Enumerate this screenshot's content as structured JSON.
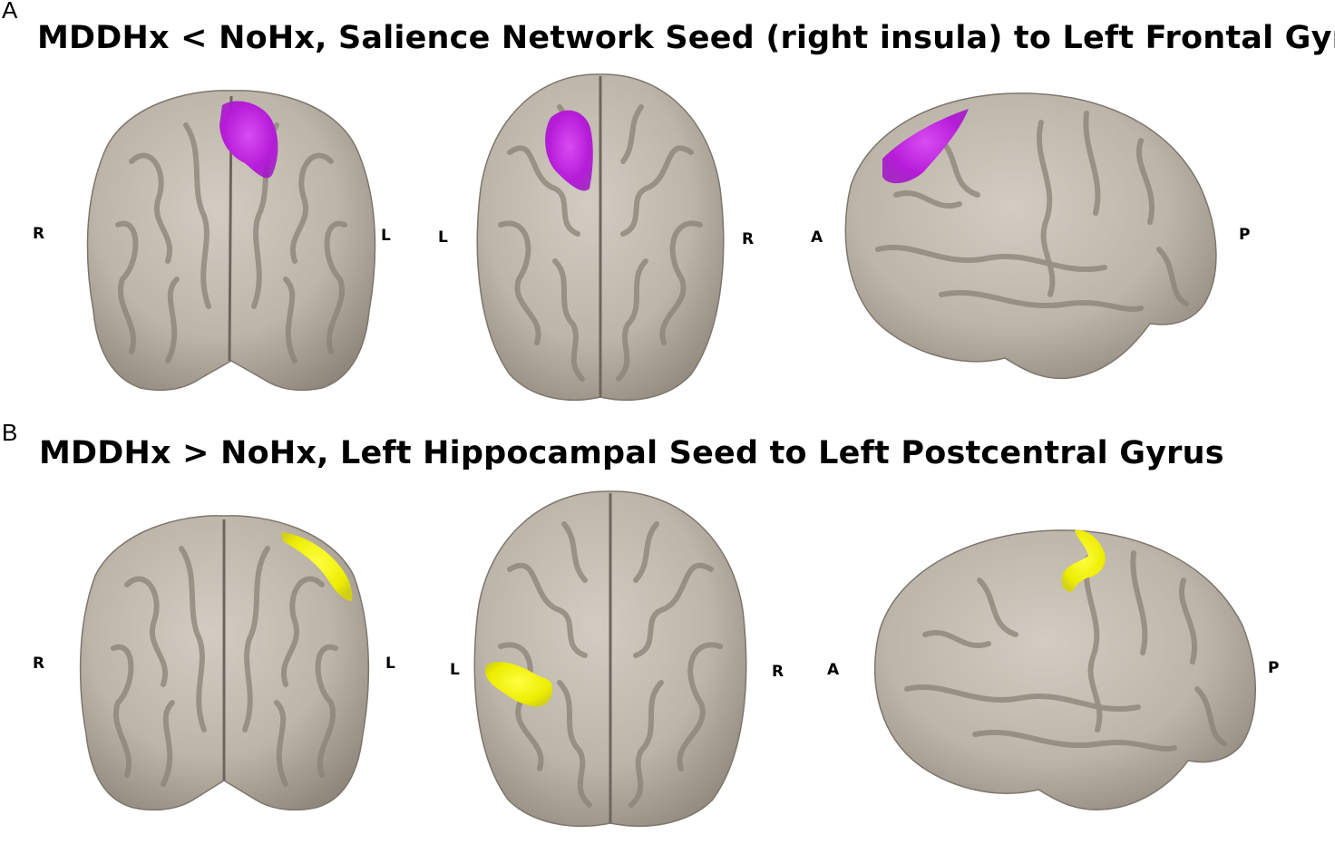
{
  "panel_a": {
    "letter": "A",
    "title": "MDDHx < NoHx, Salience Network Seed (right insula) to Left Frontal Gyrus",
    "highlight_color": "#b61cd8",
    "views": {
      "coronal": {
        "left_label": "R",
        "right_label": "L"
      },
      "axial": {
        "left_label": "L",
        "right_label": "R"
      },
      "sagittal": {
        "left_label": "A",
        "right_label": "P"
      }
    }
  },
  "panel_b": {
    "letter": "B",
    "title": "MDDHx > NoHx, Left Hippocampal Seed to Left Postcentral Gyrus",
    "highlight_color": "#ecec00",
    "views": {
      "coronal": {
        "left_label": "R",
        "right_label": "L"
      },
      "axial": {
        "left_label": "L",
        "right_label": "R"
      },
      "sagittal": {
        "left_label": "A",
        "right_label": "P"
      }
    }
  },
  "brain_color": "#bdb5a9"
}
